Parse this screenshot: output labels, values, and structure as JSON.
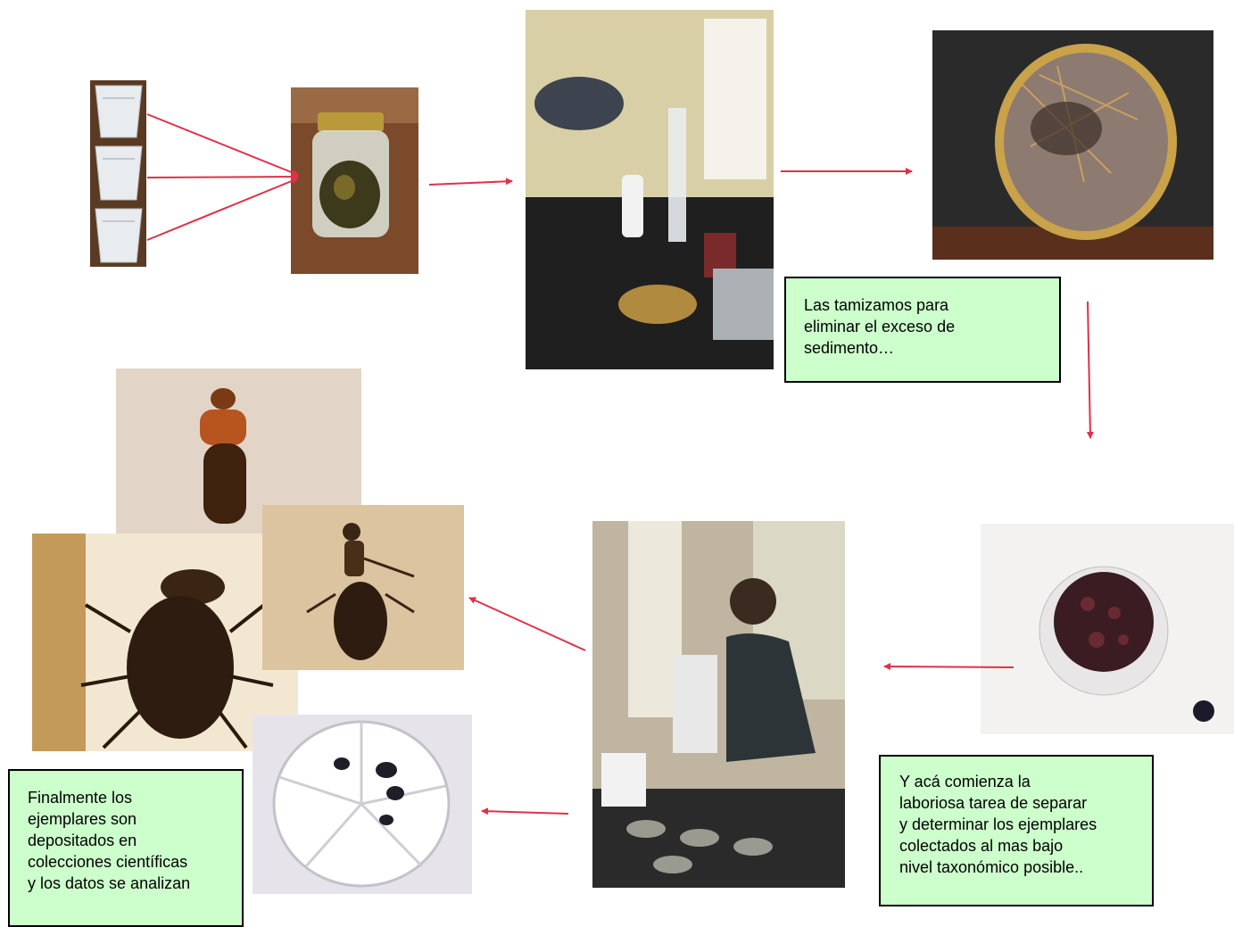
{
  "notes": {
    "sieve": [
      "Las tamizamos para",
      "eliminar el exceso de",
      "sedimento…"
    ],
    "sorting": [
      "Y acá comienza la",
      "laboriosa tarea de separar",
      "y determinar los ejemplares",
      "colectados al mas bajo",
      "nivel taxonómico posible.."
    ],
    "final": [
      "Finalmente los",
      "ejemplares son",
      "depositados en",
      "colecciones científicas",
      "y los datos se analizan"
    ]
  },
  "colors": {
    "arrow": "#e0304a",
    "note_bg": "#ccffcc",
    "note_border": "#000000"
  }
}
